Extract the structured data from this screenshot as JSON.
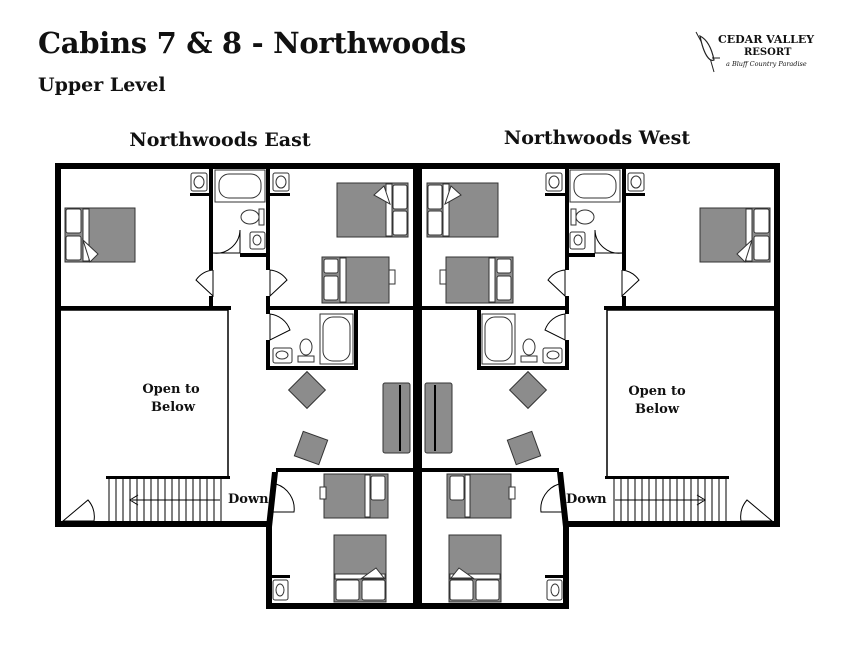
{
  "header": {
    "title": "Cabins 7 & 8 - Northwoods",
    "subtitle": "Upper Level"
  },
  "logo": {
    "line1": "CEDAR VALLEY",
    "line2": "RESORT",
    "tagline": "a Bluff Country Paradise"
  },
  "units": {
    "east": {
      "name": "Northwoods East",
      "open_line1": "Open to",
      "open_line2": "Below",
      "stairs_label": "Down"
    },
    "west": {
      "name": "Northwoods West",
      "open_line1": "Open to",
      "open_line2": "Below",
      "stairs_label": "Down"
    }
  }
}
